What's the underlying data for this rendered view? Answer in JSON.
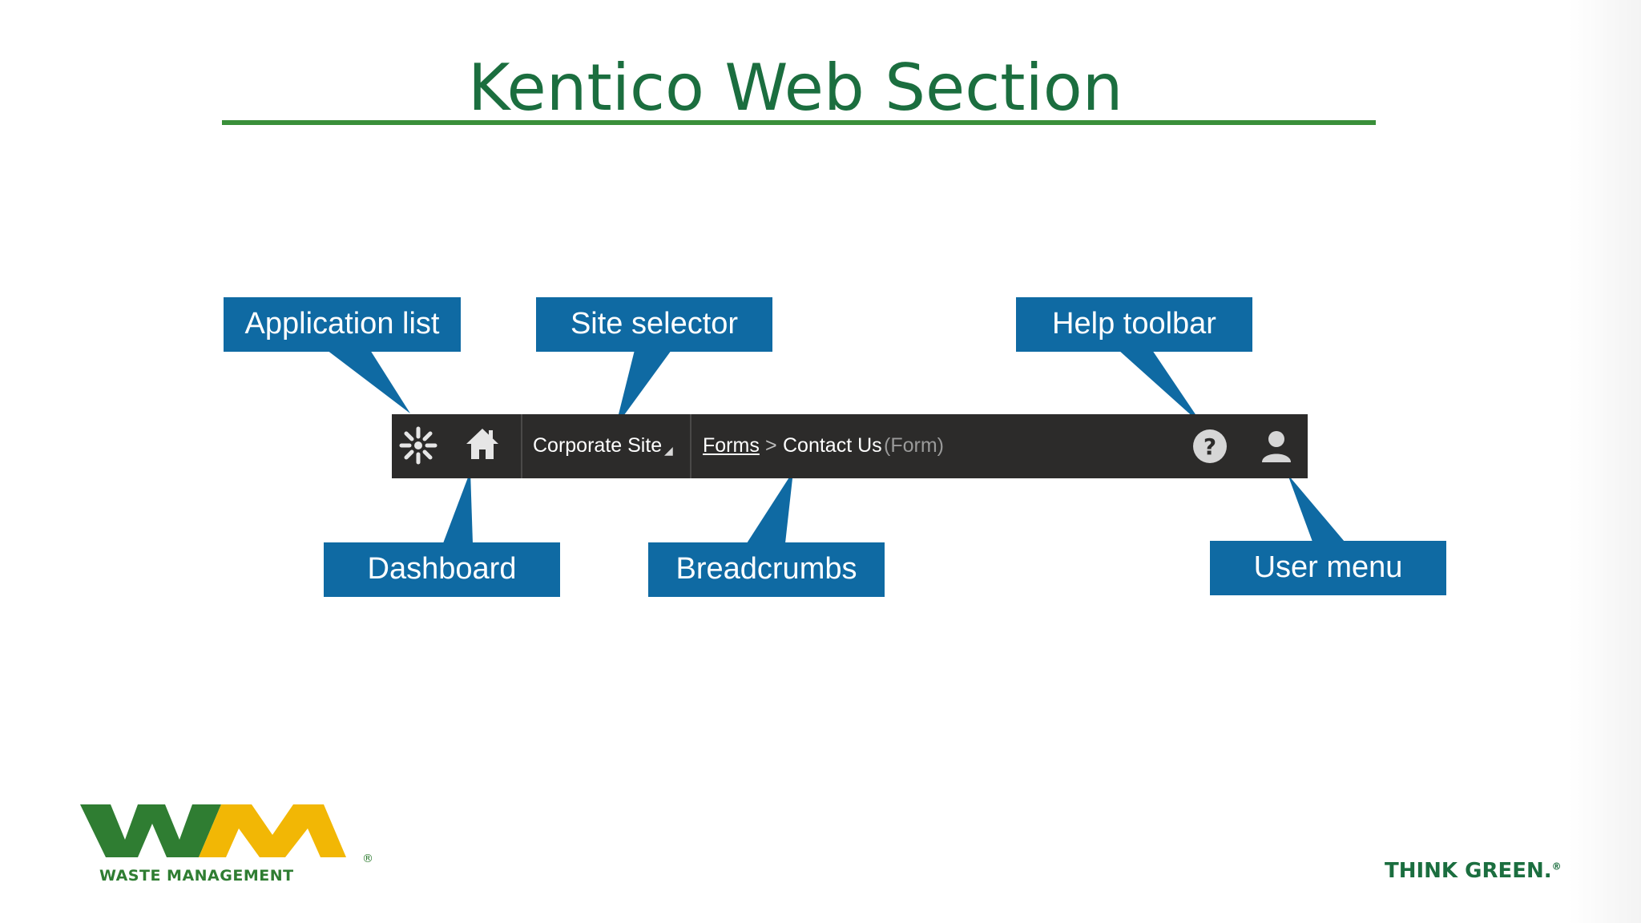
{
  "slide": {
    "title": "Kentico Web Section"
  },
  "toolbar": {
    "site_name": "Corporate Site",
    "site_dropdown_glyph": "◢",
    "breadcrumb_link": "Forms",
    "breadcrumb_sep": ">",
    "breadcrumb_current": "Contact Us",
    "breadcrumb_type": "(Form)",
    "icons": [
      "application-list-icon",
      "home-icon",
      "help-icon",
      "user-icon"
    ]
  },
  "callouts": {
    "application_list": "Application list",
    "site_selector": "Site selector",
    "help_toolbar": "Help toolbar",
    "dashboard": "Dashboard",
    "breadcrumbs": "Breadcrumbs",
    "user_menu": "User menu"
  },
  "footer": {
    "logo_letters": "WM",
    "logo_text": "WASTE MANAGEMENT",
    "logo_mark": "®",
    "tagline": "THINK GREEN.",
    "tagline_mark": "®"
  },
  "colors": {
    "title_green": "#1b6e3f",
    "rule_green": "#3a8f3a",
    "callout_blue": "#0f6aa3",
    "toolbar_bg": "#2c2b2a",
    "logo_green": "#2f7d32",
    "logo_yellow": "#f2b705"
  }
}
